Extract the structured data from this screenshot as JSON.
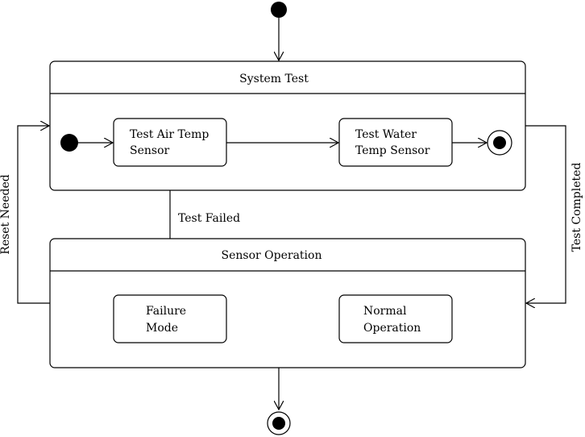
{
  "diagram": {
    "composite_states": [
      {
        "id": "system-test",
        "title": "System Test"
      },
      {
        "id": "sensor-operation",
        "title": "Sensor Operation"
      }
    ],
    "states": {
      "test_air": [
        "Test Air Temp",
        "Sensor"
      ],
      "test_water": [
        "Test Water",
        "Temp Sensor"
      ],
      "failure": [
        "Failure",
        "Mode"
      ],
      "normal": [
        "Normal",
        "Operation"
      ]
    },
    "transitions": {
      "test_failed": "Test Failed",
      "reset_needed": "Reset Needed",
      "test_completed": "Test Completed"
    },
    "colors": {
      "stroke": "#000000",
      "fill": "#ffffff"
    }
  }
}
